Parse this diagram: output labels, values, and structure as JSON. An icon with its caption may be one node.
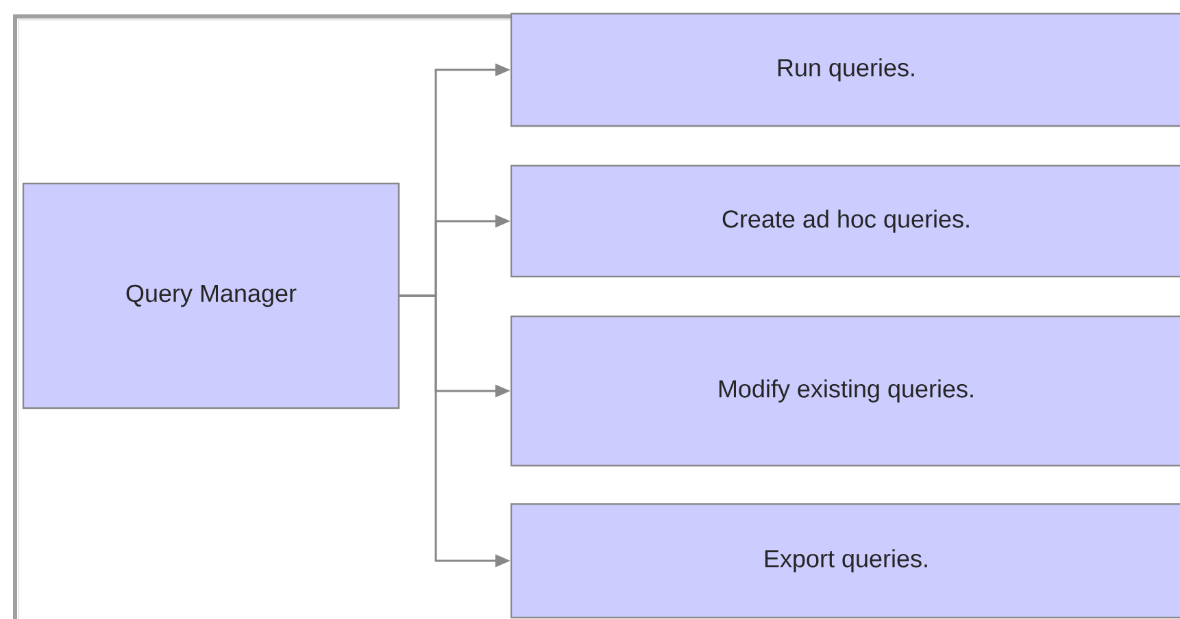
{
  "diagram": {
    "nodes": [
      {
        "text": [
          "Query Manager"
        ]
      },
      {
        "text": [
          "Run queries."
        ]
      },
      {
        "text": [
          "Create ad hoc queries."
        ]
      },
      {
        "text": [
          "Modify existing queries."
        ]
      },
      {
        "text": [
          "Export queries."
        ]
      }
    ],
    "edges": [
      {
        "from": 0,
        "to": 1,
        "arrow": "to"
      },
      {
        "from": 0,
        "to": 2,
        "arrow": "to"
      },
      {
        "from": 0,
        "to": 3,
        "arrow": "to"
      },
      {
        "from": 0,
        "to": 4,
        "arrow": "to"
      }
    ]
  }
}
